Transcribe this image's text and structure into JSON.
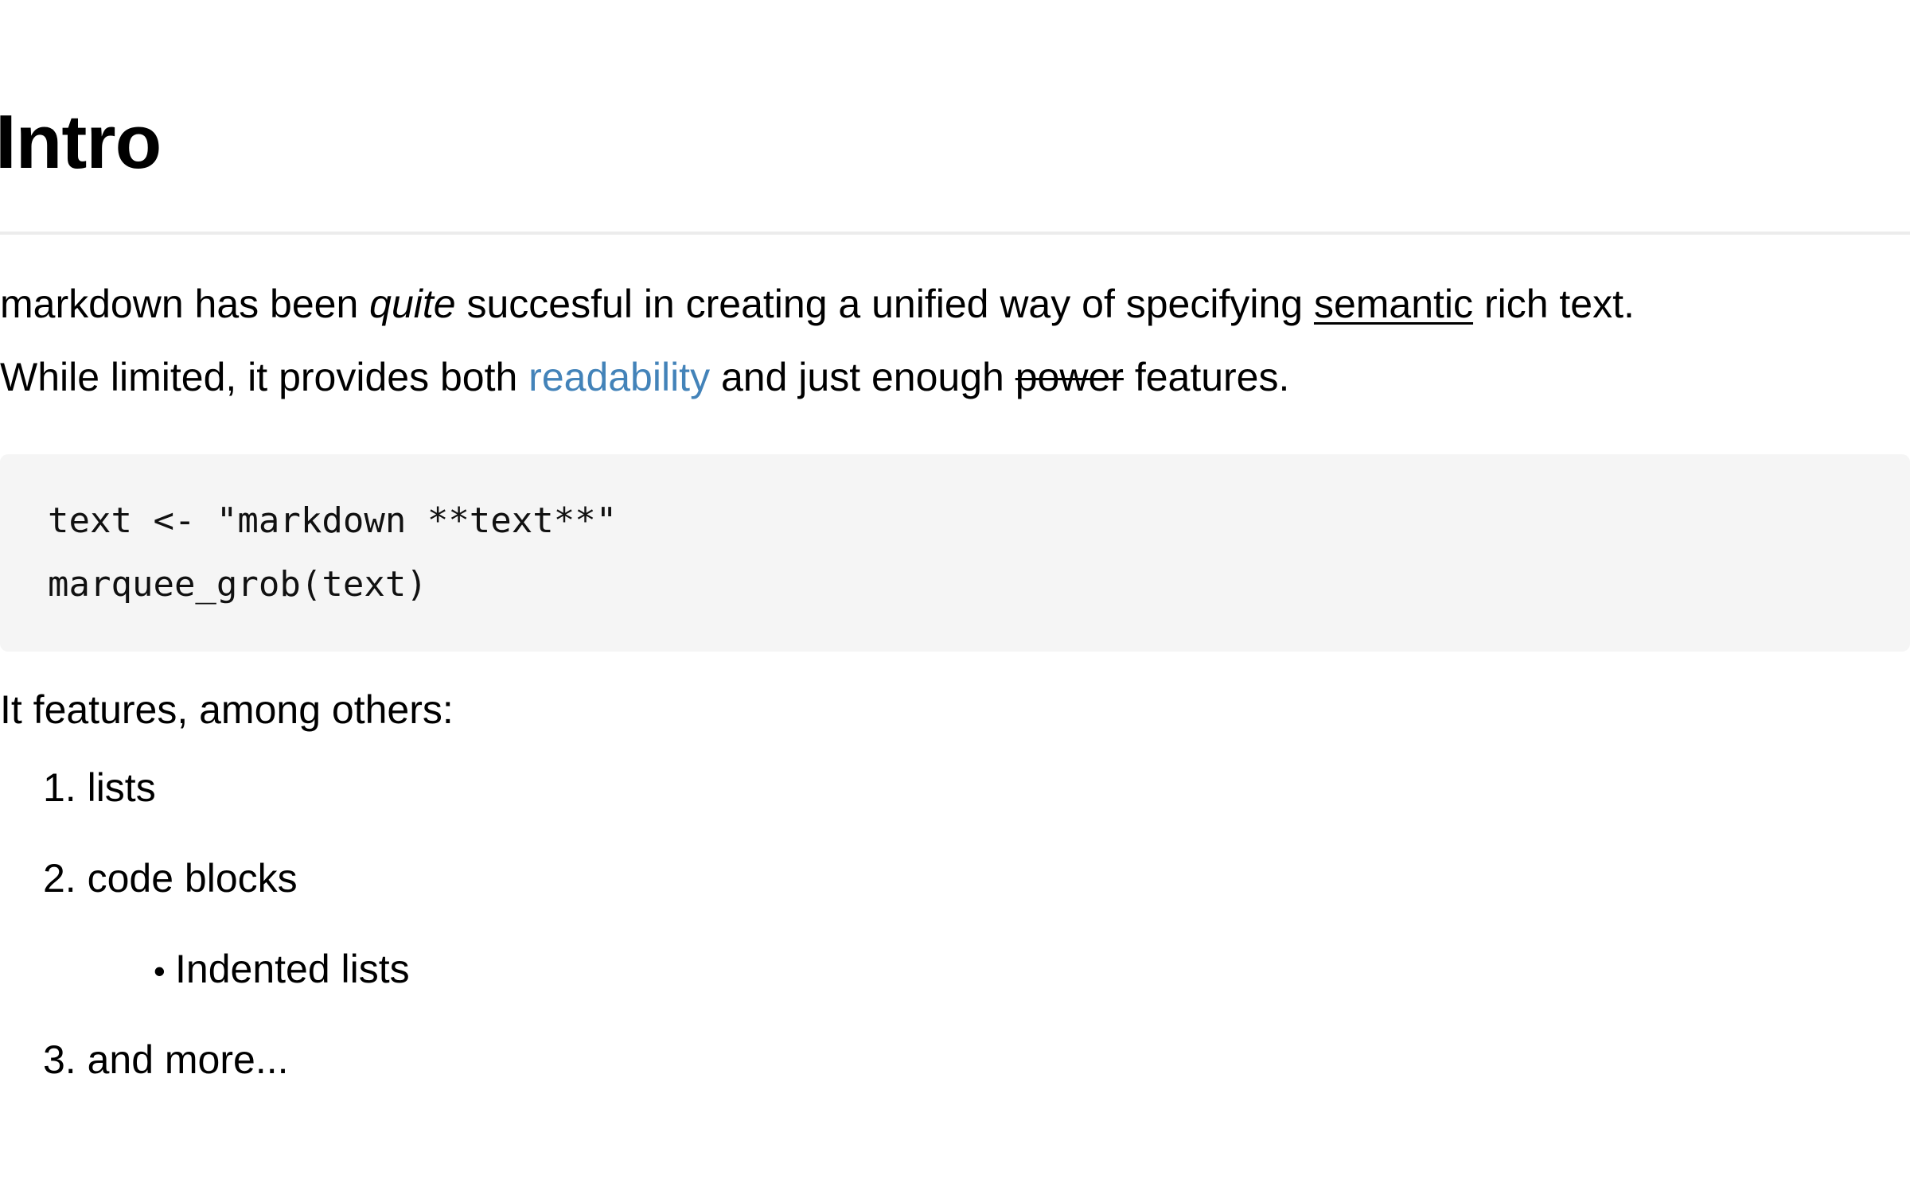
{
  "document": {
    "heading": "Intro",
    "paragraph": {
      "line1": {
        "seg1": "markdown has been ",
        "italic": "quite",
        "seg2": " succesful in creating a unified way of specifying ",
        "underline": "semantic",
        "seg3": " rich text."
      },
      "line2": {
        "seg1": "While limited, it provides both ",
        "link": "readability",
        "seg2": " and just enough ",
        "strike": "power",
        "seg3": " features."
      }
    },
    "code_block": {
      "language": "r",
      "lines": [
        "text <- \"markdown **text**\"",
        "marquee_grob(text)"
      ]
    },
    "lead_in": "It features, among others:",
    "list": [
      {
        "marker": "1.",
        "text": "lists",
        "level": 1
      },
      {
        "marker": "2.",
        "text": "code blocks",
        "level": 1
      },
      {
        "marker": "•",
        "text": "Indented lists",
        "level": 2
      },
      {
        "marker": "3.",
        "text": "and more...",
        "level": 1
      }
    ]
  },
  "colors": {
    "background": "#ffffff",
    "text": "#000000",
    "link": "#4383b9",
    "code_background": "#f5f5f5",
    "rule": "#ececec"
  }
}
